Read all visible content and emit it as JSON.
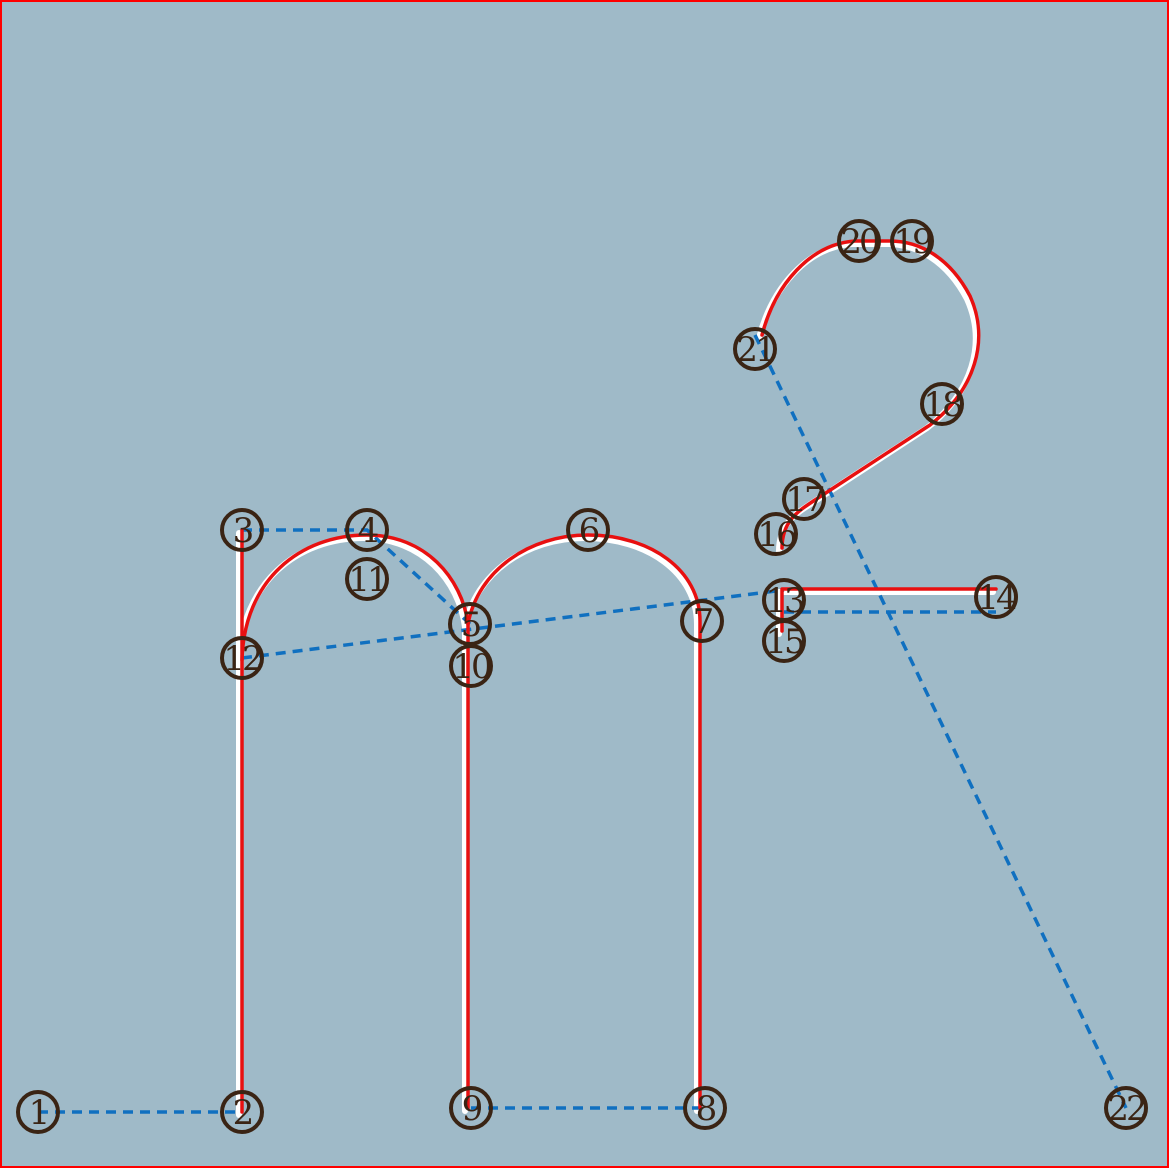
{
  "colors": {
    "background": "#9fbac8",
    "border": "#ff0000",
    "stroke": "#e81010",
    "jump": "#1070c0",
    "node": "#3a2414"
  },
  "nodes": [
    {
      "id": "1",
      "label": "1"
    },
    {
      "id": "2",
      "label": "2"
    },
    {
      "id": "3",
      "label": "3"
    },
    {
      "id": "4",
      "label": "4"
    },
    {
      "id": "5",
      "label": "5"
    },
    {
      "id": "6",
      "label": "6"
    },
    {
      "id": "7",
      "label": "7"
    },
    {
      "id": "8",
      "label": "8"
    },
    {
      "id": "9",
      "label": "9"
    },
    {
      "id": "10",
      "label": "10"
    },
    {
      "id": "11",
      "label": "11"
    },
    {
      "id": "12",
      "label": "12"
    },
    {
      "id": "13",
      "label": "13"
    },
    {
      "id": "14",
      "label": "14"
    },
    {
      "id": "15",
      "label": "15"
    },
    {
      "id": "16",
      "label": "16"
    },
    {
      "id": "17",
      "label": "17"
    },
    {
      "id": "18",
      "label": "18"
    },
    {
      "id": "19",
      "label": "19"
    },
    {
      "id": "20",
      "label": "20"
    },
    {
      "id": "21",
      "label": "21"
    },
    {
      "id": "22",
      "label": "22"
    }
  ]
}
